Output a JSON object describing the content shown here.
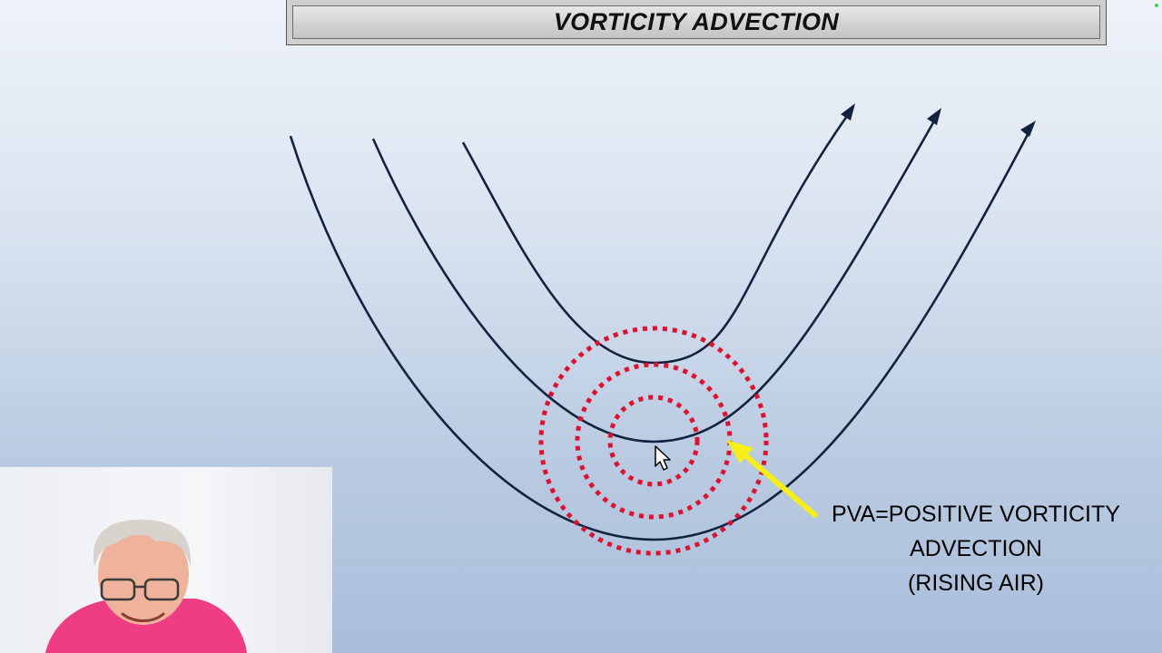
{
  "slide": {
    "title": "VORTICITY ADVECTION"
  },
  "annotation": {
    "line1": "PVA=POSITIVE VORTICITY",
    "line2": "ADVECTION",
    "line3": "(RISING AIR)"
  },
  "colors": {
    "streamline": "#13233f",
    "vorticity_ring": "#e0102f",
    "arrow": "#f5ee17",
    "title_text": "#111111"
  },
  "icons": {
    "cursor": "mouse-pointer-icon",
    "arrowheads": "arrowhead-icon",
    "webcam": "presenter-webcam"
  }
}
